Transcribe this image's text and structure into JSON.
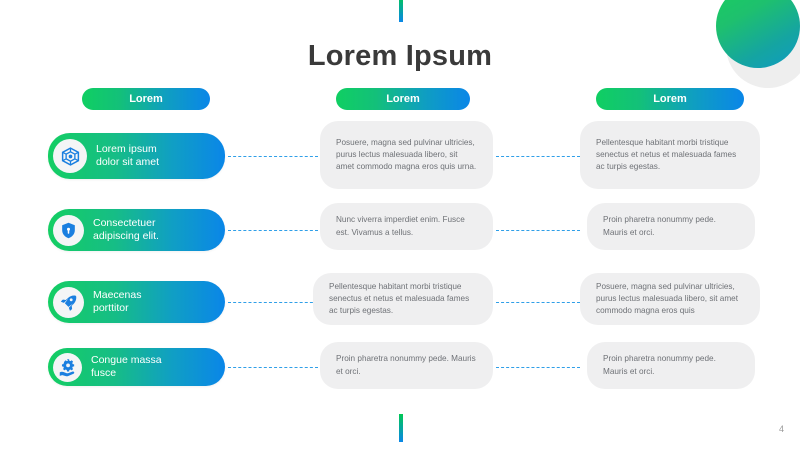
{
  "slide": {
    "title": "Lorem Ipsum",
    "page_number": "4",
    "accent_green": "#14ce63",
    "accent_blue": "#0a86e8",
    "card_bg": "#efeff0",
    "connector_color": "#2f9fe8"
  },
  "columns": [
    {
      "label": "Lorem"
    },
    {
      "label": "Lorem"
    },
    {
      "label": "Lorem"
    }
  ],
  "rows": [
    {
      "icon": "cube-icon",
      "label": "Lorem ipsum\ndolor sit amet",
      "middle": "Posuere, magna sed pulvinar ultricies, purus lectus malesuada libero, sit amet commodo magna eros quis urna.",
      "right": "Pellentesque habitant morbi tristique senectus et netus et malesuada fames ac turpis egestas."
    },
    {
      "icon": "shield-lock-icon",
      "label": "Consectetuer\nadipiscing elit.",
      "middle": "Nunc viverra imperdiet enim. Fusce est. Vivamus a tellus.",
      "right": "Proin pharetra nonummy pede. Mauris et orci."
    },
    {
      "icon": "rocket-icon",
      "label": "Maecenas\nporttitor",
      "middle": "Pellentesque habitant morbi tristique senectus et netus et malesuada fames ac turpis egestas.",
      "right": "Posuere, magna sed pulvinar ultricies, purus lectus malesuada libero, sit amet commodo magna eros quis"
    },
    {
      "icon": "hand-gear-icon",
      "label": "Congue massa\nfusce",
      "middle": "Proin pharetra nonummy pede. Mauris et orci.",
      "right": "Proin pharetra nonummy pede. Mauris et orci."
    }
  ]
}
